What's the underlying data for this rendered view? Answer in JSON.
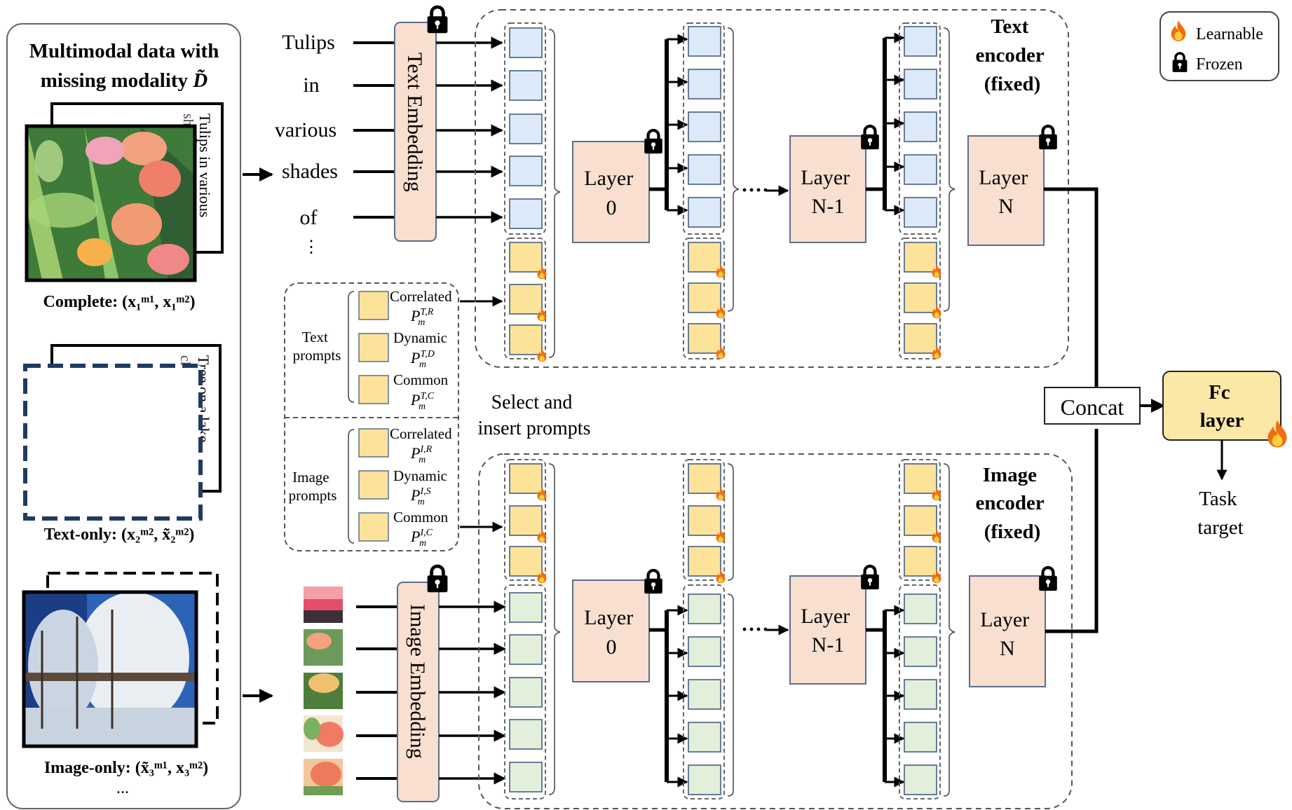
{
  "left_panel": {
    "title_line1": "Multimodal data with",
    "title_line2": "missing modality",
    "title_symbol": "D̃",
    "complete_caption": "Complete: (x₁ᵐ¹, x₁ᵐ²)",
    "text_only_caption": "Text-only: (x₂ᵐ², x̃₂ᵐ²)",
    "image_only_caption": "Image-only: (x̃₃ᵐ¹, x₃ᵐ²)",
    "ellipsis": "...",
    "complete_card_text": "Tulips in various",
    "complete_card_text_back": "shades of",
    "text_only_card_text": "Tree on a lake",
    "text_only_card_text_back": "clear lake a"
  },
  "tokens": [
    "Tulips",
    "in",
    "various",
    "shades",
    "of",
    "⋮"
  ],
  "text_embedding_label": "Text Embedding",
  "image_embedding_label": "Image Embedding",
  "prompts": {
    "text_group_line1": "Text",
    "text_group_line2": "prompts",
    "image_group_line1": "Image",
    "image_group_line2": "prompts",
    "text_items": [
      {
        "name": "Correlated",
        "symbol": "P",
        "sup": "T,R",
        "sub": "m"
      },
      {
        "name": "Dynamic",
        "symbol": "P",
        "sup": "T,D",
        "sub": "m"
      },
      {
        "name": "Common",
        "symbol": "P",
        "sup": "T,C",
        "sub": "m"
      }
    ],
    "image_items": [
      {
        "name": "Correlated",
        "symbol": "P",
        "sup": "I,R",
        "sub": "m"
      },
      {
        "name": "Dynamic",
        "symbol": "P",
        "sup": "I,S",
        "sub": "m"
      },
      {
        "name": "Common",
        "symbol": "P",
        "sup": "I,C",
        "sub": "m"
      }
    ]
  },
  "select_insert_line1": "Select and",
  "select_insert_line2": "insert prompts",
  "text_encoder": {
    "title_line1": "Text",
    "title_line2": "encoder",
    "title_line3": "(fixed)",
    "layers": [
      {
        "line1": "Layer",
        "line2": "0"
      },
      {
        "line1": "Layer",
        "line2": "N-1"
      },
      {
        "line1": "Layer",
        "line2": "N"
      }
    ],
    "dots": "····"
  },
  "image_encoder": {
    "title_line1": "Image",
    "title_line2": "encoder",
    "title_line3": "(fixed)",
    "layers": [
      {
        "line1": "Layer",
        "line2": "0"
      },
      {
        "line1": "Layer",
        "line2": "N-1"
      },
      {
        "line1": "Layer",
        "line2": "N"
      }
    ],
    "dots": "····"
  },
  "concat_label": "Concat",
  "fc_layer": {
    "line1": "Fc",
    "line2": "layer"
  },
  "task_target": {
    "line1": "Task",
    "line2": "target"
  },
  "legend": {
    "learnable": "Learnable",
    "frozen": "Frozen"
  },
  "colors": {
    "text_token": "#dce9f8",
    "image_token": "#e2efda",
    "prompt": "#fde39a",
    "layer": "#f9dfcf",
    "fc_layer": "#fce8a6",
    "fire": "#f26c0d",
    "outline": "#5a6f8a"
  },
  "icons": {
    "lock": "lock-icon",
    "fire": "fire-icon"
  }
}
